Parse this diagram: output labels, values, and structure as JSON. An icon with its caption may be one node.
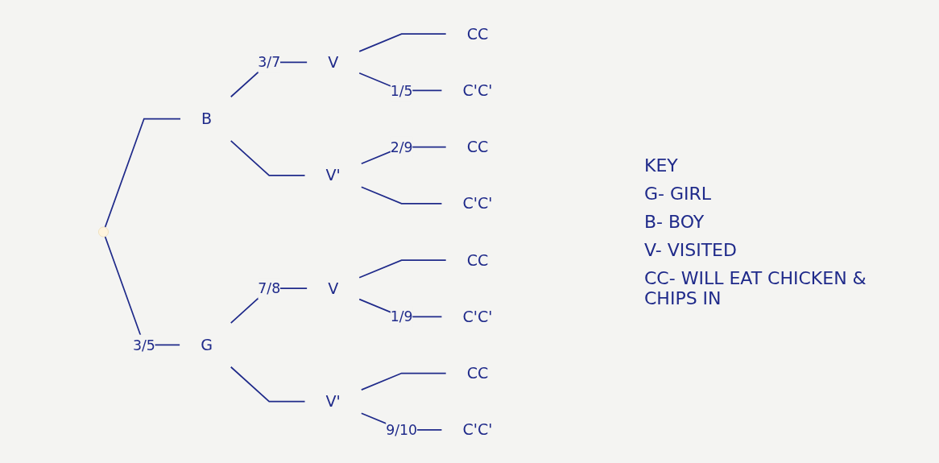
{
  "diagram": {
    "nodes": [
      {
        "text": [],
        "shape": "circle"
      },
      {
        "text": [
          "B"
        ]
      },
      {
        "text": [
          "V"
        ]
      },
      {
        "text": [
          "CC"
        ]
      },
      {
        "text": [
          "C'C'"
        ]
      },
      {
        "text": [
          "V'"
        ]
      },
      {
        "text": [
          "CC"
        ]
      },
      {
        "text": [
          "C'C'"
        ]
      },
      {
        "text": [
          "G"
        ]
      },
      {
        "text": [
          "V"
        ]
      },
      {
        "text": [
          "CC"
        ]
      },
      {
        "text": [
          "C'C'"
        ]
      },
      {
        "text": [
          "V'"
        ]
      },
      {
        "text": [
          "CC"
        ]
      },
      {
        "text": [
          "C'C'"
        ]
      }
    ],
    "edges": [
      {
        "from": 0,
        "to": 1,
        "arrow": "none"
      },
      {
        "from": 1,
        "to": 2,
        "arrow": "none",
        "label": "3/7"
      },
      {
        "from": 2,
        "to": 3,
        "arrow": "none"
      },
      {
        "from": 2,
        "to": 4,
        "arrow": "none",
        "label": "1/5"
      },
      {
        "from": 1,
        "to": 5,
        "arrow": "none"
      },
      {
        "from": 5,
        "to": 6,
        "arrow": "none",
        "label": "2/9"
      },
      {
        "from": 5,
        "to": 7,
        "arrow": "none"
      },
      {
        "from": 0,
        "to": 8,
        "arrow": "none",
        "label": "3/5"
      },
      {
        "from": 8,
        "to": 9,
        "arrow": "none",
        "label": "7/8"
      },
      {
        "from": 9,
        "to": 10,
        "arrow": "none"
      },
      {
        "from": 9,
        "to": 11,
        "arrow": "none",
        "label": "1/9"
      },
      {
        "from": 8,
        "to": 12,
        "arrow": "none"
      },
      {
        "from": 12,
        "to": 13,
        "arrow": "none"
      },
      {
        "from": 12,
        "to": 14,
        "arrow": "none",
        "label": "9/10"
      }
    ],
    "labels": [
      "KEY",
      "G- GIRL",
      "B- BOY",
      "V- VISITED",
      "CC- WILL EAT CHICKEN & CHIPS IN"
    ]
  }
}
